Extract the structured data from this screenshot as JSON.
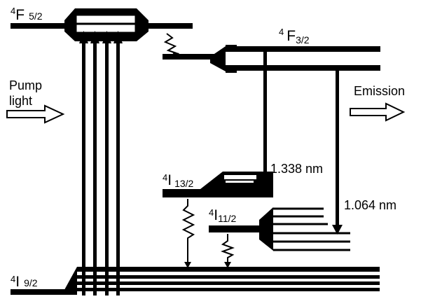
{
  "levels": {
    "f52": {
      "prefix": "4",
      "main": "F",
      "suffix": "5/2"
    },
    "f32": {
      "prefix": "4",
      "main": "F",
      "suffix": "3/2"
    },
    "i132": {
      "prefix": "4",
      "main": "I",
      "suffix": "13/2"
    },
    "i112": {
      "prefix": "4",
      "main": "I",
      "suffix": "11/2"
    },
    "i92": {
      "prefix": "4",
      "main": "I",
      "suffix": "9/2"
    }
  },
  "pump_label": {
    "line1": "Pump",
    "line2": "light"
  },
  "emission_label": "Emission",
  "transitions": {
    "t1338": "1.338 nm",
    "t1064": "1.064 nm"
  }
}
